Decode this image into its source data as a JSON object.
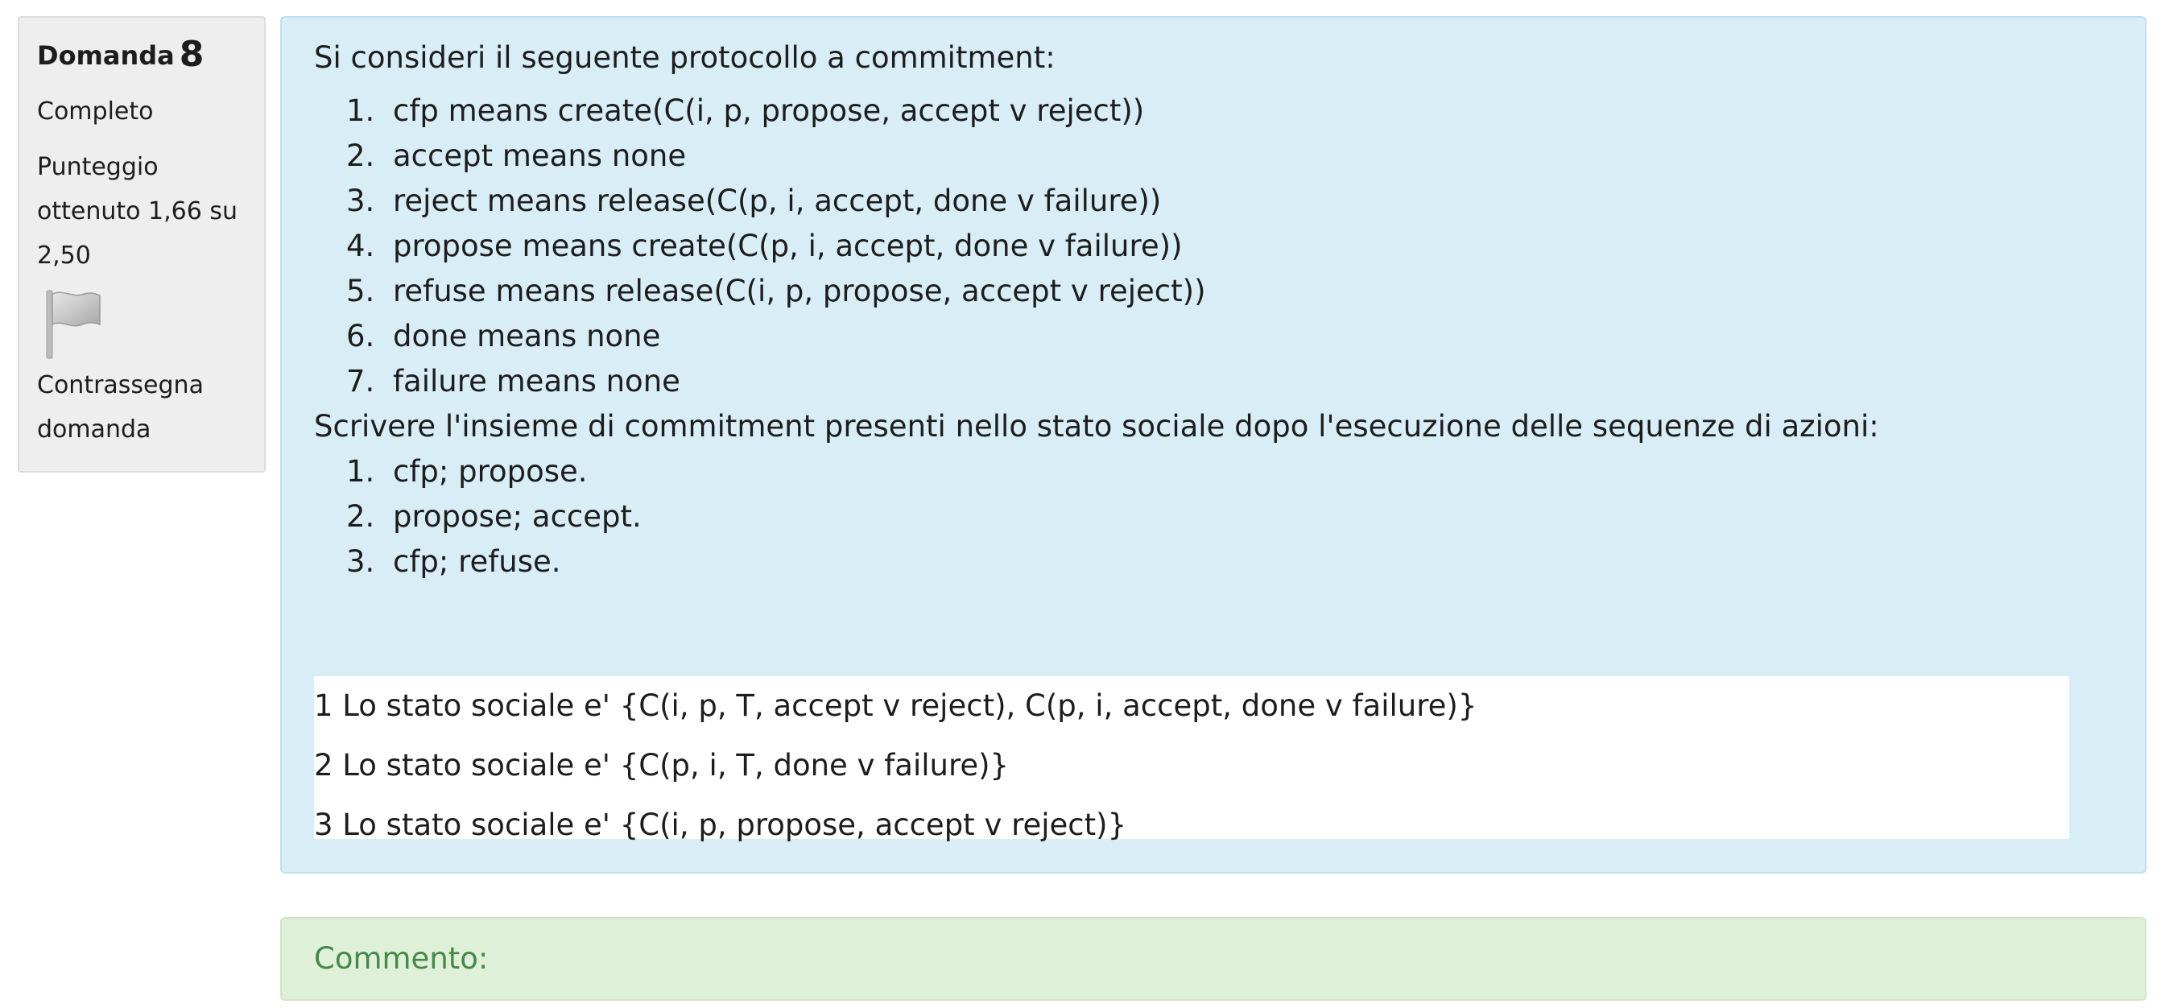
{
  "info": {
    "question_word": "Domanda",
    "question_number": "8",
    "state": "Completo",
    "grade_line1": "Punteggio",
    "grade_line2": "ottenuto 1,66 su",
    "grade_line3": "2,50",
    "flag_icon": "flag-icon",
    "flag_line1": "Contrassegna",
    "flag_line2": "domanda"
  },
  "question": {
    "intro": "Si consideri il seguente protocollo a commitment:",
    "rules": [
      {
        "num": "1.",
        "text": "cfp means create(C(i, p, propose, accept v reject))"
      },
      {
        "num": "2.",
        "text": "accept means none"
      },
      {
        "num": "3.",
        "text": "reject means release(C(p, i, accept, done v failure))"
      },
      {
        "num": "4.",
        "text": "propose means create(C(p, i, accept, done v failure))"
      },
      {
        "num": "5.",
        "text": "refuse means release(C(i, p, propose, accept v reject))"
      },
      {
        "num": "6.",
        "text": "done means none"
      },
      {
        "num": "7.",
        "text": "failure means none"
      }
    ],
    "prompt": "Scrivere l'insieme di commitment presenti nello stato sociale dopo l'esecuzione delle sequenze di azioni:",
    "sequences": [
      {
        "num": "1.",
        "text": "cfp; propose."
      },
      {
        "num": "2.",
        "text": "propose; accept."
      },
      {
        "num": "3.",
        "text": "cfp; refuse."
      }
    ]
  },
  "answer": {
    "lines": [
      "1 Lo stato sociale e' {C(i, p, T, accept v reject), C(p, i, accept, done v failure)}",
      "2 Lo stato sociale e' {C(p, i, T, done v failure)}",
      "3 Lo stato sociale e' {C(i, p, propose, accept v reject)}"
    ]
  },
  "comment": {
    "label": "Commento:"
  },
  "colors": {
    "question_bg": "#d9edf7",
    "info_bg": "#eeeeee",
    "comment_bg": "#dff0d8",
    "comment_text": "#468847"
  }
}
